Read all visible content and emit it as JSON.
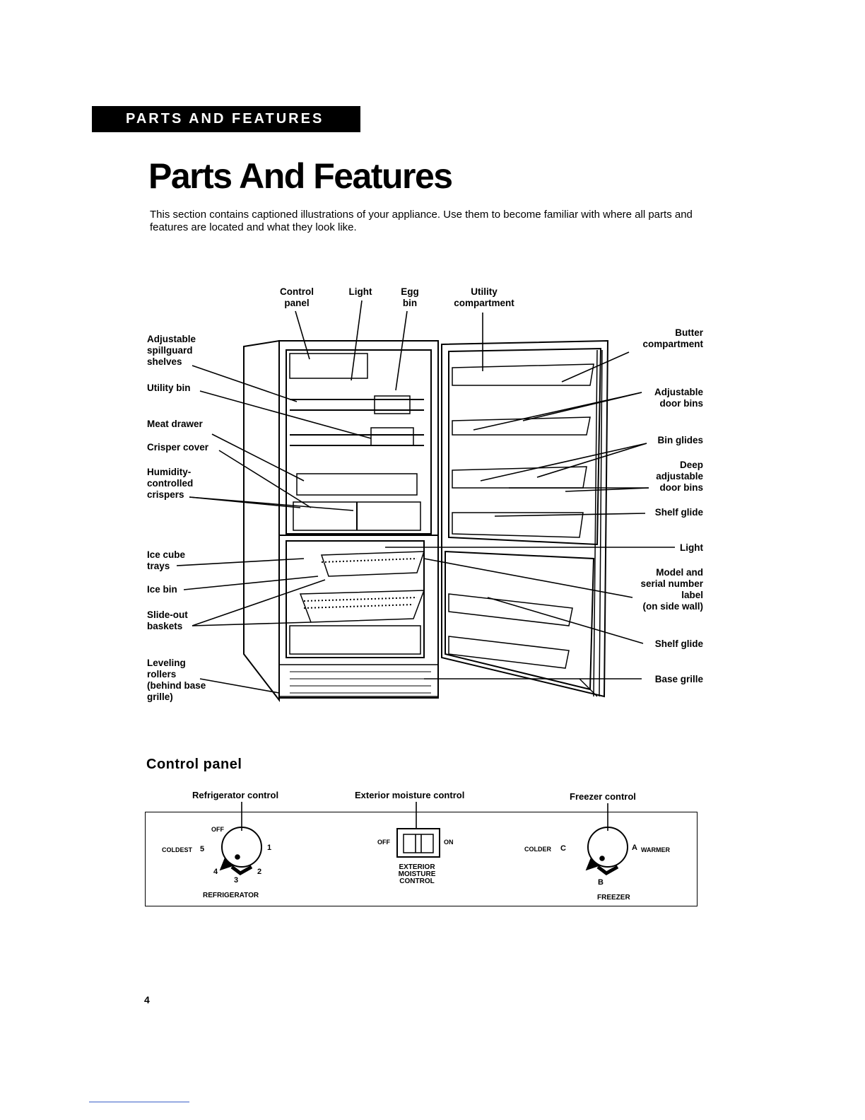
{
  "header": {
    "section_banner": "PARTS AND FEATURES"
  },
  "page": {
    "title": "Parts And Features",
    "intro": "This section contains captioned illustrations of your appliance. Use them to become familiar with where all parts and features are located and what they look like.",
    "page_number": "4"
  },
  "diagram": {
    "top_labels": {
      "control_panel": "Control\npanel",
      "light": "Light",
      "egg_bin": "Egg\nbin",
      "utility_compartment": "Utility\ncompartment"
    },
    "left_labels": {
      "spillguard": "Adjustable\nspillguard\nshelves",
      "utility_bin": "Utility bin",
      "meat_drawer": "Meat drawer",
      "crisper_cover": "Crisper cover",
      "crispers": "Humidity-\ncontrolled\ncrispers",
      "ice_trays": "Ice cube\ntrays",
      "ice_bin": "Ice bin",
      "baskets": "Slide-out\nbaskets",
      "rollers": "Leveling\nrollers\n(behind base\ngrille)"
    },
    "right_labels": {
      "butter": "Butter\ncompartment",
      "door_bins": "Adjustable\ndoor bins",
      "bin_glides": "Bin glides",
      "deep_bins": "Deep\nadjustable\ndoor bins",
      "shelf_glide_1": "Shelf glide",
      "light": "Light",
      "model_label": "Model and\nserial number\nlabel\n(on side wall)",
      "shelf_glide_2": "Shelf glide",
      "base_grille": "Base grille"
    }
  },
  "control_panel": {
    "heading": "Control panel",
    "refrigerator": {
      "caption": "Refrigerator control",
      "off": "OFF",
      "coldest": "COLDEST",
      "n5": "5",
      "n1": "1",
      "n4": "4",
      "n3": "3",
      "n2": "2",
      "name": "REFRIGERATOR"
    },
    "moisture": {
      "caption": "Exterior moisture control",
      "off": "OFF",
      "on": "ON",
      "name": "EXTERIOR\nMOISTURE\nCONTROL"
    },
    "freezer": {
      "caption": "Freezer control",
      "colder": "COLDER",
      "c": "C",
      "a": "A",
      "warmer": "WARMER",
      "b": "B",
      "name": "FREEZER"
    }
  }
}
